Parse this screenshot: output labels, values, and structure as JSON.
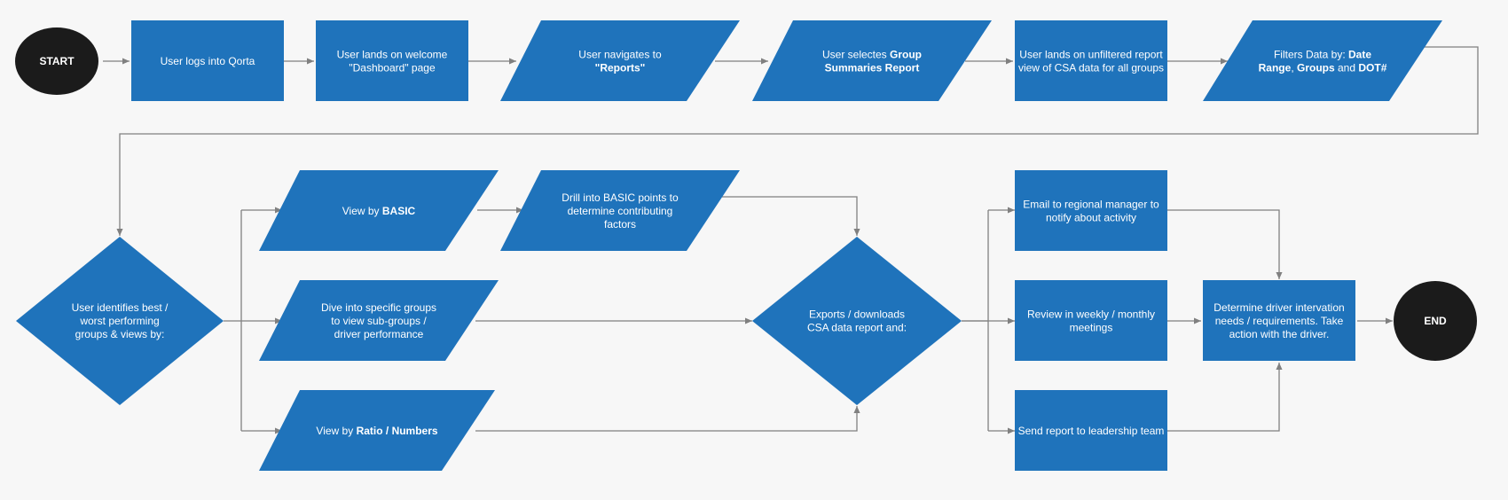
{
  "colors": {
    "shape": "#1f73bb",
    "terminal": "#1b1b1b",
    "connector": "#808080",
    "background": "#f7f7f7"
  },
  "nodes": {
    "start": {
      "label": "START"
    },
    "login": {
      "lines": [
        [
          {
            "t": "User logs into Qorta"
          }
        ]
      ]
    },
    "dashboard": {
      "lines": [
        [
          {
            "t": "User lands on welcome"
          }
        ],
        [
          {
            "t": "\"Dashboard\" page"
          }
        ]
      ]
    },
    "reports": {
      "lines": [
        [
          {
            "t": "User navigates to"
          }
        ],
        [
          {
            "t": "\"Reports\"",
            "b": true
          }
        ]
      ]
    },
    "group_summaries": {
      "lines": [
        [
          {
            "t": "User selectes "
          },
          {
            "t": "Group",
            "b": true
          }
        ],
        [
          {
            "t": "Summaries Report",
            "b": true
          }
        ]
      ]
    },
    "unfiltered": {
      "lines": [
        [
          {
            "t": "User lands on unfiltered report"
          }
        ],
        [
          {
            "t": "view of CSA data for all groups"
          }
        ]
      ]
    },
    "filters": {
      "lines": [
        [
          {
            "t": "Filters Data by: "
          },
          {
            "t": "Date",
            "b": true
          }
        ],
        [
          {
            "t": "Range",
            "b": true
          },
          {
            "t": ", "
          },
          {
            "t": "Groups",
            "b": true
          },
          {
            "t": " and "
          },
          {
            "t": "DOT#",
            "b": true
          }
        ]
      ]
    },
    "identifies": {
      "lines": [
        [
          {
            "t": "User identifies best /"
          }
        ],
        [
          {
            "t": "worst performing"
          }
        ],
        [
          {
            "t": "groups & views by:"
          }
        ]
      ]
    },
    "view_basic": {
      "lines": [
        [
          {
            "t": "View by "
          },
          {
            "t": "BASIC",
            "b": true
          }
        ]
      ]
    },
    "drill_basic": {
      "lines": [
        [
          {
            "t": "Drill into BASIC points to"
          }
        ],
        [
          {
            "t": "determine contributing"
          }
        ],
        [
          {
            "t": "factors"
          }
        ]
      ]
    },
    "dive_groups": {
      "lines": [
        [
          {
            "t": "Dive into specific groups"
          }
        ],
        [
          {
            "t": "to view sub-groups /"
          }
        ],
        [
          {
            "t": "driver performance"
          }
        ]
      ]
    },
    "view_ratio": {
      "lines": [
        [
          {
            "t": "View by "
          },
          {
            "t": "Ratio / Numbers",
            "b": true
          }
        ]
      ]
    },
    "exports": {
      "lines": [
        [
          {
            "t": "Exports / downloads"
          }
        ],
        [
          {
            "t": "CSA data report and:"
          }
        ]
      ]
    },
    "email": {
      "lines": [
        [
          {
            "t": "Email to regional manager to"
          }
        ],
        [
          {
            "t": "notify about activity"
          }
        ]
      ]
    },
    "review": {
      "lines": [
        [
          {
            "t": "Review  in weekly / monthly"
          }
        ],
        [
          {
            "t": "meetings"
          }
        ]
      ]
    },
    "send_report": {
      "lines": [
        [
          {
            "t": "Send report to leadership team"
          }
        ]
      ]
    },
    "determine": {
      "lines": [
        [
          {
            "t": "Determine driver intervation"
          }
        ],
        [
          {
            "t": "needs / requirements. Take"
          }
        ],
        [
          {
            "t": "action with the driver."
          }
        ]
      ]
    },
    "end": {
      "label": "END"
    }
  }
}
